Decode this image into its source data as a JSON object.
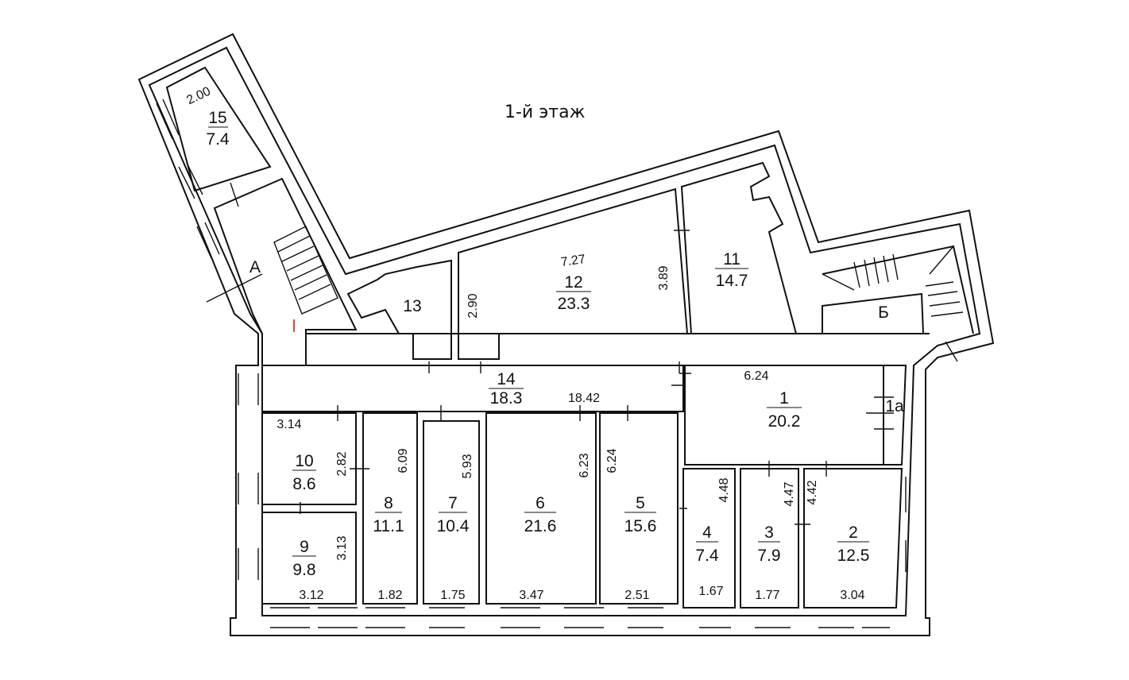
{
  "title": "1-й этаж",
  "rooms": [
    {
      "num": "1",
      "area": "20.2"
    },
    {
      "num": "2",
      "area": "12.5"
    },
    {
      "num": "3",
      "area": "7.9"
    },
    {
      "num": "4",
      "area": "7.4"
    },
    {
      "num": "5",
      "area": "15.6"
    },
    {
      "num": "6",
      "area": "21.6"
    },
    {
      "num": "7",
      "area": "10.4"
    },
    {
      "num": "8",
      "area": "11.1"
    },
    {
      "num": "9",
      "area": "9.8"
    },
    {
      "num": "10",
      "area": "8.6"
    },
    {
      "num": "11",
      "area": "14.7"
    },
    {
      "num": "12",
      "area": "23.3"
    },
    {
      "num": "14",
      "area": "18.3"
    },
    {
      "num": "15",
      "area": "7.4"
    }
  ],
  "labels": {
    "room13": "13",
    "stair_a": "А",
    "stair_b": "Б",
    "room1a": "1а"
  },
  "dims": {
    "r15_w": "2.00",
    "r12_w": "7.27",
    "r12_h": "3.89",
    "r12_h2": "2.90",
    "r14_w": "18.42",
    "r1_w": "6.24",
    "r10_w": "3.14",
    "r10_h": "2.82",
    "r9_h": "3.13",
    "r9_w": "3.12",
    "r8_h": "6.09",
    "r8_w": "1.82",
    "r7_h": "5.93",
    "r7_w": "1.75",
    "r6_h": "6.23",
    "r6_w": "3.47",
    "r5_h": "6.24",
    "r5_w": "2.51",
    "r4_h": "4.48",
    "r4_w": "1.67",
    "r3_h": "4.47",
    "r3_w": "1.77",
    "r2_h": "4.42",
    "r2_w": "3.04"
  }
}
